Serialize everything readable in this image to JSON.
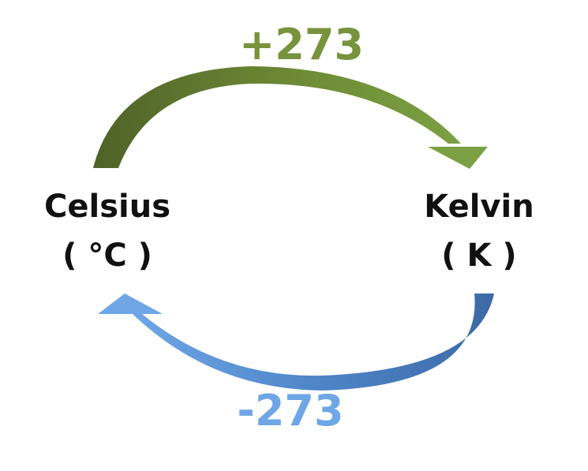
{
  "colors": {
    "green": "#77933c",
    "green_dark": "#4f6228",
    "blue": "#4f81bd",
    "blue_light": "#6ea6e6",
    "text": "#111111"
  },
  "top_arrow": {
    "label": "+273"
  },
  "bottom_arrow": {
    "label": "-273"
  },
  "celsius": {
    "name": "Celsius",
    "unit": "( °C )"
  },
  "kelvin": {
    "name": "Kelvin",
    "unit": "( K )"
  }
}
